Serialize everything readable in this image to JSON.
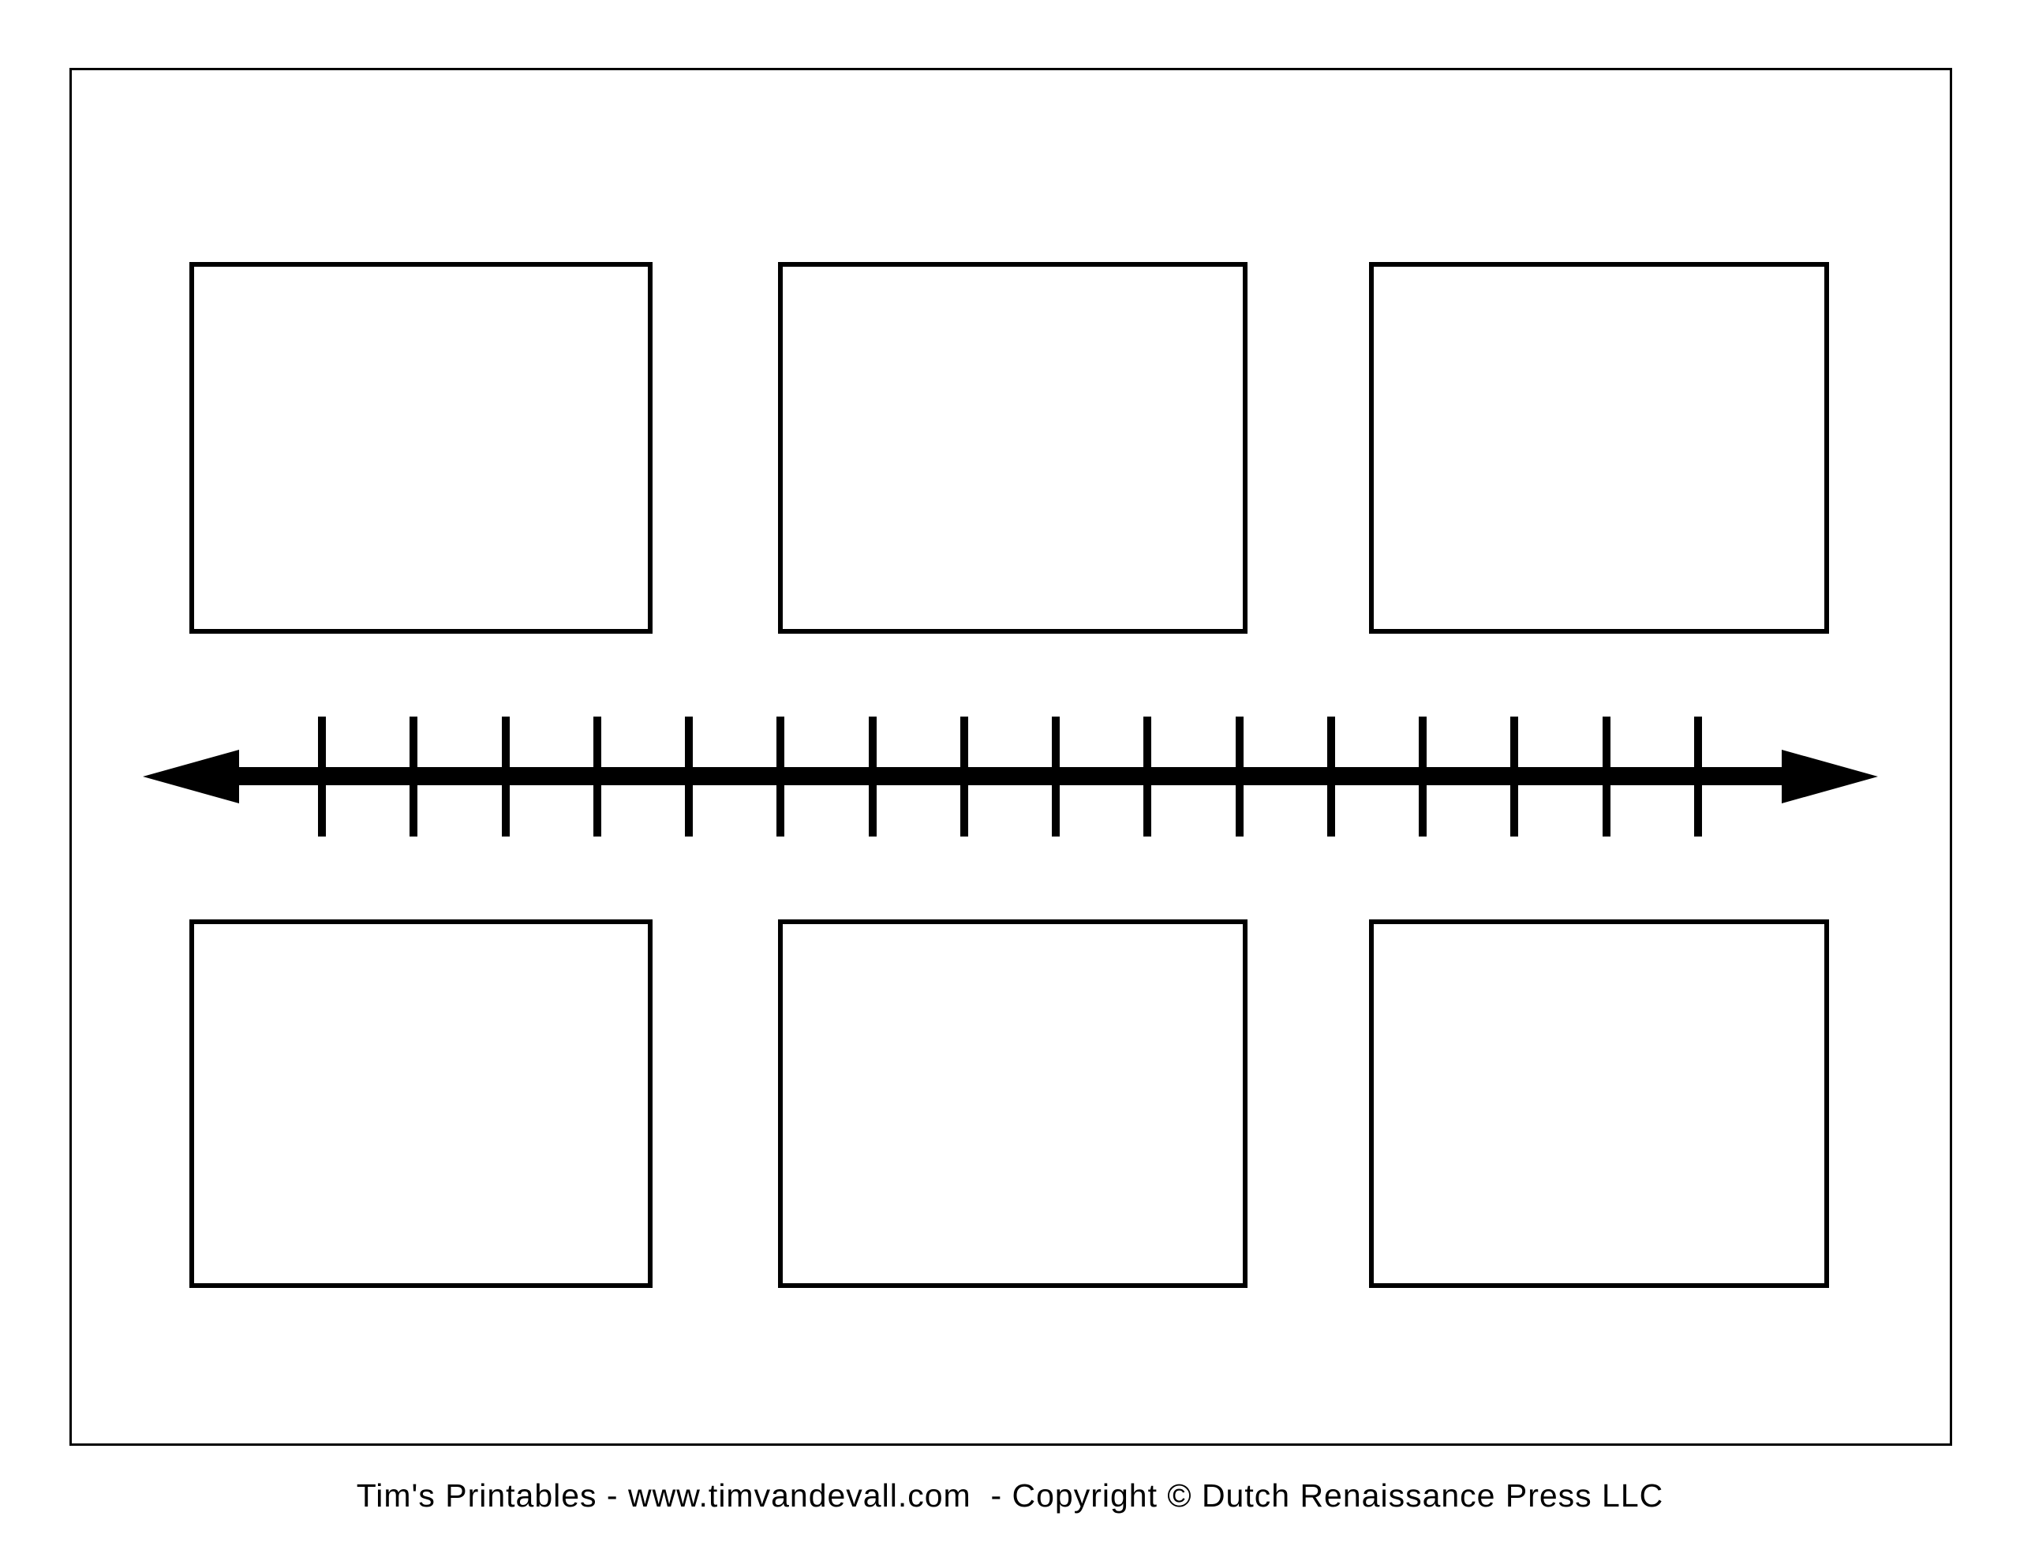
{
  "page": {
    "background_color": "#ffffff",
    "border_color": "#000000"
  },
  "timeline": {
    "style": "double-headed-arrow",
    "tick_count": 16,
    "color": "#000000"
  },
  "event_boxes": {
    "count": 6,
    "rows": 2,
    "columns": 3,
    "border_color": "#000000",
    "fill_color": "#ffffff",
    "content": [
      "",
      "",
      "",
      "",
      "",
      ""
    ]
  },
  "footer": {
    "credit": "Tim's Printables - www.timvandevall.com  - Copyright © Dutch Renaissance Press LLC"
  }
}
